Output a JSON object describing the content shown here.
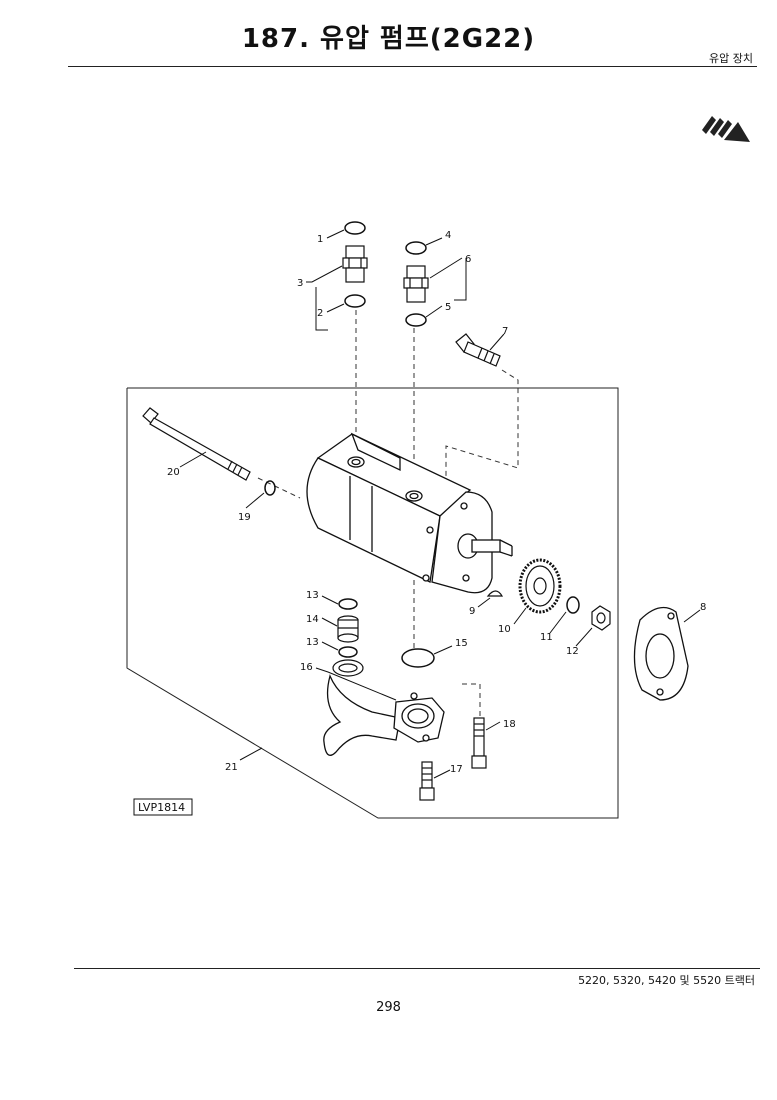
{
  "header": {
    "title": "187. 유압 펌프(2G22)",
    "section": "유압 장치"
  },
  "diagram": {
    "reference_code": "LVP1814",
    "callouts": [
      "1",
      "2",
      "3",
      "4",
      "5",
      "6",
      "7",
      "8",
      "9",
      "10",
      "11",
      "12",
      "13",
      "14",
      "13",
      "15",
      "16",
      "17",
      "18",
      "19",
      "20",
      "21"
    ]
  },
  "footer": {
    "models": "5220, 5320, 5420 및 5520 트랙터",
    "page_number": "298"
  }
}
